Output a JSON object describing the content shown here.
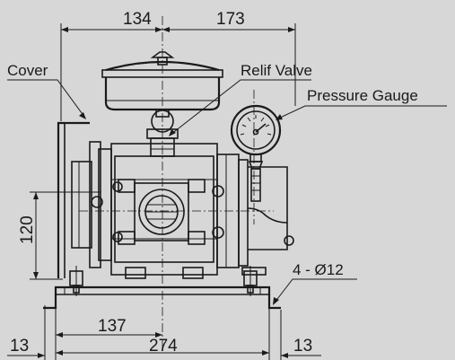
{
  "dimensions": {
    "top_left": "134",
    "top_right": "173",
    "height": "120",
    "half_base": "137",
    "base": "274",
    "edge_left": "13",
    "edge_right": "13"
  },
  "labels": {
    "cover": "Cover",
    "relief_valve": "Relif Valve",
    "pressure_gauge": "Pressure Gauge",
    "holes": "4 - Ø12"
  },
  "colors": {
    "background": "#d7d7d7",
    "line": "#1a1a1a"
  }
}
